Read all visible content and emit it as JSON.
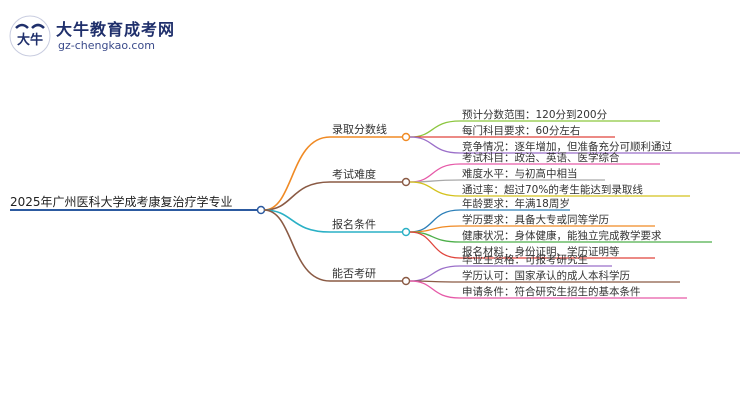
{
  "watermark": {
    "title": "大牛教育成考网",
    "url": "gz-chengkao.com",
    "mark_text": "大牛"
  },
  "root": {
    "label": "2025年广州医科大学成考康复治疗学专业"
  },
  "branches": [
    {
      "label": "录取分数线",
      "color": "#f08a24",
      "items": [
        {
          "label": "预计分数范围：120分到200分",
          "color": "#8cc63f"
        },
        {
          "label": "每门科目要求：60分左右",
          "color": "#e0443c"
        },
        {
          "label": "竞争情况：逐年增加，但准备充分可顺利通过",
          "color": "#9b6fc9"
        }
      ]
    },
    {
      "label": "考试难度",
      "color": "#8a5a44",
      "items": [
        {
          "label": "考试科目：政治、英语、医学综合",
          "color": "#e65aa8"
        },
        {
          "label": "难度水平：与初高中相当",
          "color": "#a9a9a9"
        },
        {
          "label": "通过率：超过70%的考生能达到录取线",
          "color": "#d4c21e"
        }
      ]
    },
    {
      "label": "报名条件",
      "color": "#2ab0c5",
      "items": [
        {
          "label": "年龄要求：年满18周岁",
          "color": "#2c7fb8"
        },
        {
          "label": "学历要求：具备大专或同等学历",
          "color": "#f08a24"
        },
        {
          "label": "健康状况：身体健康，能独立完成教学要求",
          "color": "#4daf4a"
        },
        {
          "label": "报名材料：身份证明、学历证明等",
          "color": "#e0443c"
        }
      ]
    },
    {
      "label": "能否考研",
      "color": "#8a5a44",
      "items": [
        {
          "label": "毕业生资格：可报考研究生",
          "color": "#9b6fc9"
        },
        {
          "label": "学历认可：国家承认的成人本科学历",
          "color": "#8a5a44"
        },
        {
          "label": "申请条件：符合研究生招生的基本条件",
          "color": "#e65aa8"
        }
      ]
    }
  ],
  "root_color": "#2c5aa0"
}
